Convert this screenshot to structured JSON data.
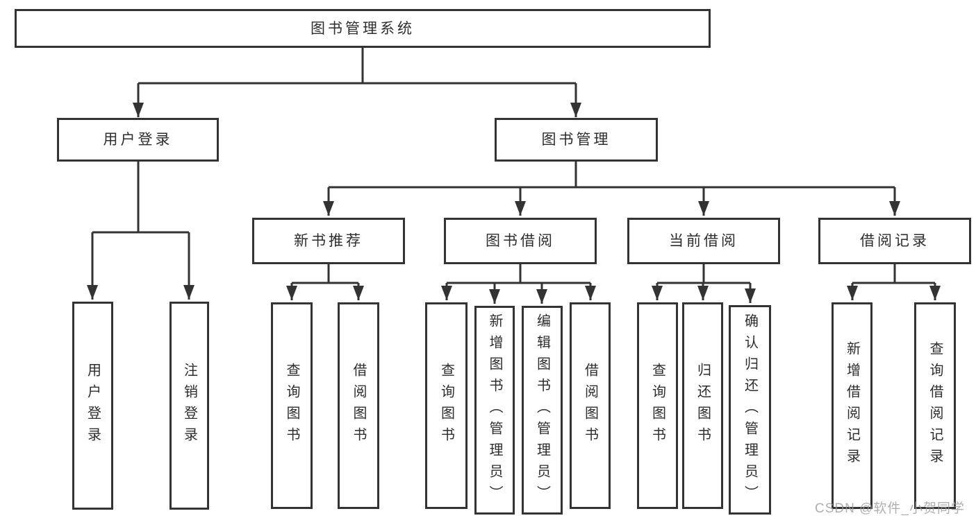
{
  "page": {
    "background": "#ffffff",
    "line_color": "#333333",
    "box_border_color": "#333333",
    "text_color": "#2d2d2d",
    "watermark_color": "#9b9b9b"
  },
  "nodes": {
    "root": "图书管理系统",
    "userLogin": "用户登录",
    "bookMgmt": "图书管理",
    "newBookRec": "新书推荐",
    "bookBorrow": "图书借阅",
    "currentBorrow": "当前借阅",
    "borrowRecord": "借阅记录",
    "leafUserLogin": "用户登录",
    "leafLogout": "注销登录",
    "recQuery": "查询图书",
    "recBorrow": "借阅图书",
    "bbQuery": "查询图书",
    "bbAdd": "新增图书（管理员）",
    "bbEdit": "编辑图书（管理员）",
    "bbBorrow": "借阅图书",
    "cbQuery": "查询图书",
    "cbReturn": "归还图书",
    "cbConfirm": "确认归还（管理员）",
    "brAdd": "新增借阅记录",
    "brQuery": "查询借阅记录"
  },
  "hierarchy": {
    "图书管理系统": [
      "用户登录",
      "图书管理"
    ],
    "用户登录": [
      "用户登录",
      "注销登录"
    ],
    "图书管理": [
      "新书推荐",
      "图书借阅",
      "当前借阅",
      "借阅记录"
    ],
    "新书推荐": [
      "查询图书",
      "借阅图书"
    ],
    "图书借阅": [
      "查询图书",
      "新增图书（管理员）",
      "编辑图书（管理员）",
      "借阅图书"
    ],
    "当前借阅": [
      "查询图书",
      "归还图书",
      "确认归还（管理员）"
    ],
    "借阅记录": [
      "新增借阅记录",
      "查询借阅记录"
    ]
  },
  "watermark": "CSDN @软件_小贺同学"
}
